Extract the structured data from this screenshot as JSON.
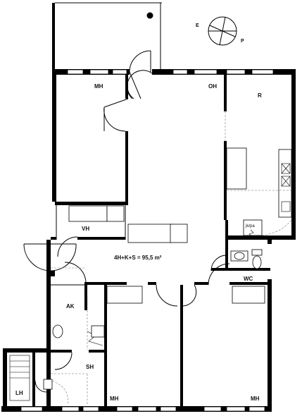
{
  "plan": {
    "area_label": "4H+K+S = 95,5 m²",
    "colors": {
      "wall": "#000000",
      "line": "#000000",
      "dashed": "#777777",
      "background": "#ffffff"
    }
  },
  "rooms": {
    "mh_top": "MH",
    "oh": "OH",
    "r": "R",
    "vh": "VH",
    "wc": "WC",
    "ak": "AK",
    "sh": "SH",
    "lh": "LH",
    "mh_bottom_mid": "MH",
    "mh_bottom_right": "MH",
    "jkpa": "jk/pa"
  },
  "compass": {
    "east": "E",
    "south": "P",
    "icon": "compass-icon"
  }
}
